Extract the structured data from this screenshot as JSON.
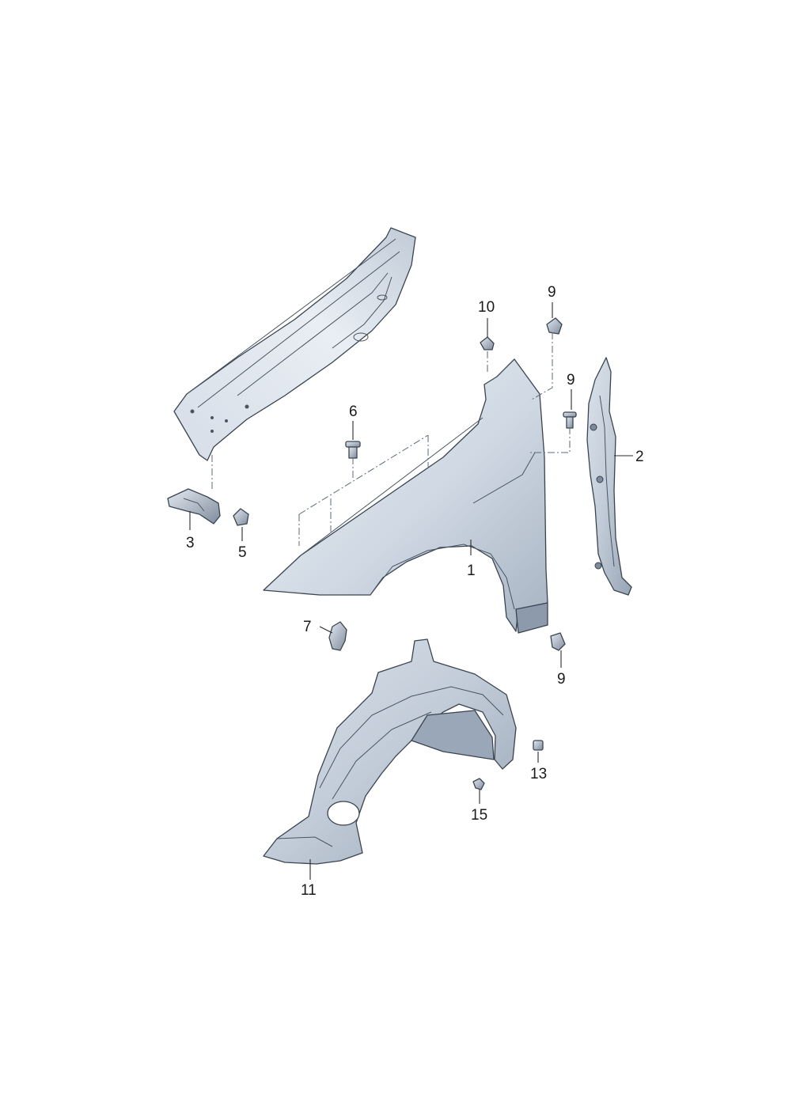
{
  "callouts": {
    "c1": "1",
    "c2": "2",
    "c3": "3",
    "c5": "5",
    "c6": "6",
    "c7": "7",
    "c9a": "9",
    "c9b": "9",
    "c9c": "9",
    "c10": "10",
    "c11": "11",
    "c13": "13",
    "c15": "15"
  },
  "colors": {
    "part_fill_light": "#e8edf4",
    "part_fill_mid": "#c4ceda",
    "part_fill_dark": "#8d9aab",
    "outline": "#3a4450",
    "leader": "#2b2b2b"
  }
}
